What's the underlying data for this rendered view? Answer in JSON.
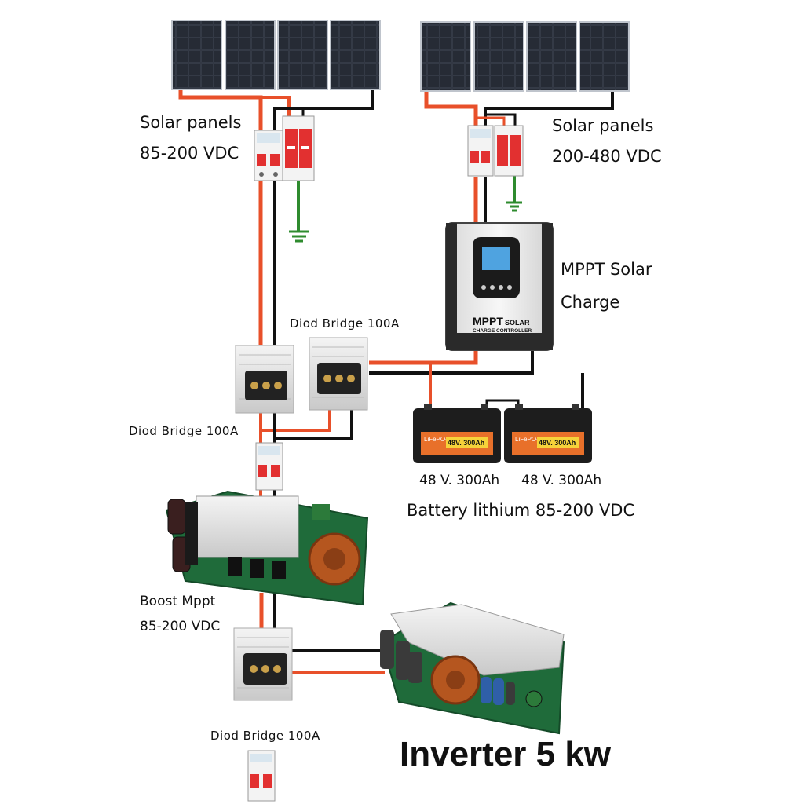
{
  "labels": {
    "solar_left_title": "Solar panels",
    "solar_left_range": "85-200 VDC",
    "solar_right_title": "Solar panels",
    "solar_right_range": "200-480 VDC",
    "mppt_line1": "MPPT Solar",
    "mppt_line2": "Charge",
    "diode_top_right": "Diod Bridge 100A",
    "diode_mid_left": "Diod Bridge 100A",
    "diode_bottom": "Diod Bridge 100A",
    "battery1": "48 V. 300Ah",
    "battery2": "48 V. 300Ah",
    "battery_group": "Battery lithium 85-200 VDC",
    "boost_line1": "Boost Mppt",
    "boost_line2": "85-200 VDC",
    "inverter": "Inverter 5 kw"
  },
  "device_text": {
    "mppt_brand_main": "MPPT",
    "mppt_brand_solar": "SOLAR",
    "mppt_brand_sub": "CHARGE CONTROLLER",
    "battery_tag": "LiFePO4",
    "battery_rating": "48V. 300Ah"
  },
  "colors": {
    "positive_wire": "#e8502a",
    "negative_wire": "#111111",
    "ground_wire": "#2e8b2e",
    "breaker_red": "#e23030",
    "battery_orange": "#e8702a",
    "pcb_green": "#1f6b3a"
  }
}
